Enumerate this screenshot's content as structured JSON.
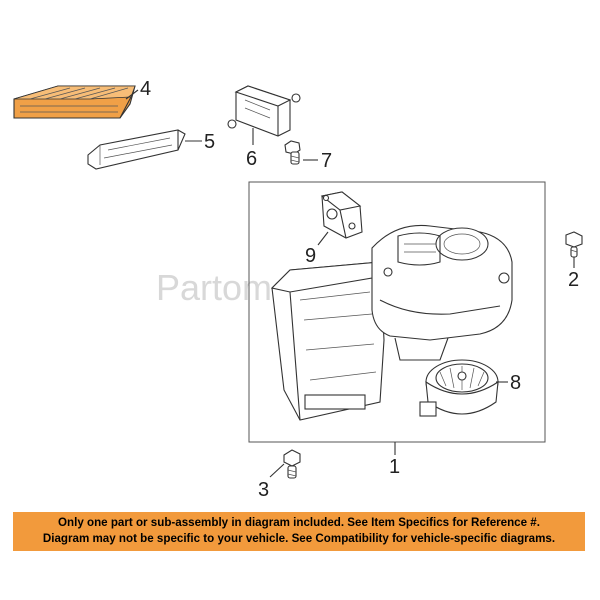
{
  "watermark": "Partomotive.com",
  "callouts": {
    "c1": "1",
    "c2": "2",
    "c3": "3",
    "c4": "4",
    "c5": "5",
    "c6": "6",
    "c7": "7",
    "c8": "8",
    "c9": "9"
  },
  "notice": {
    "line1": "Only one part or sub-assembly in diagram included. See Item Specifics for Reference #.",
    "line2": "Diagram may not be specific to your vehicle. See Compatibility for vehicle-specific diagrams."
  },
  "colors": {
    "highlight_part": "#f0a047",
    "notice_background": "#f29a3c"
  }
}
